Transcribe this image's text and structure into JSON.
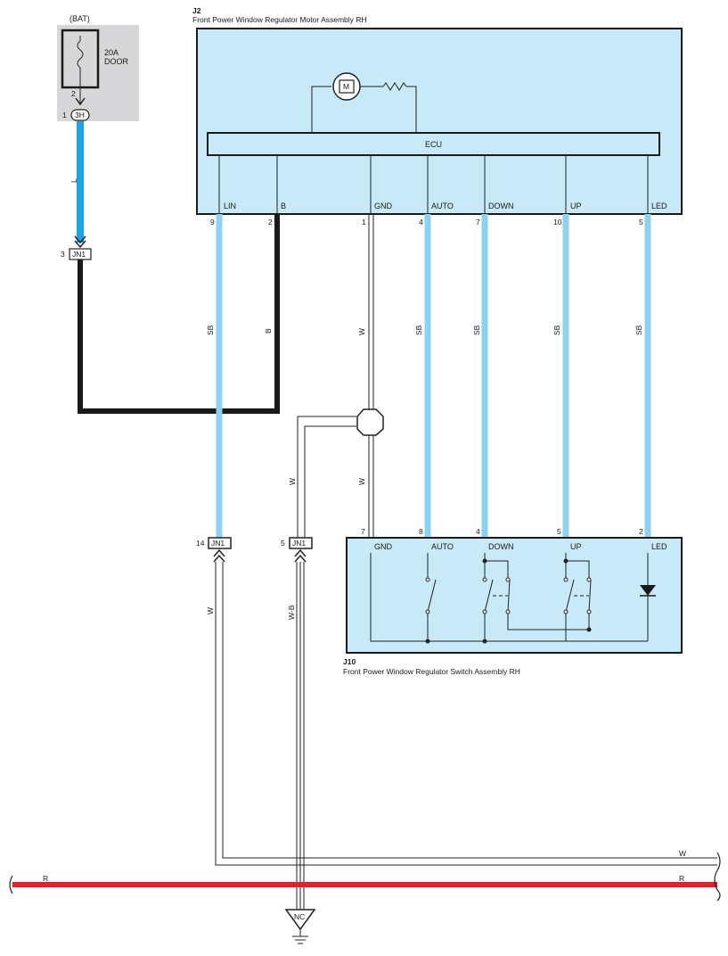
{
  "power": {
    "source": "(BAT)",
    "fuse_rating": "20A",
    "fuse_name": "DOOR",
    "fuse_pin_top": "2",
    "connector_pin": "1",
    "connector_code": "3H"
  },
  "j2": {
    "code": "J2",
    "name": "Front Power Window Regulator Motor Assembly RH",
    "motor_label": "M",
    "ecu_label": "ECU",
    "terminals": [
      {
        "label": "LIN",
        "pin": "9"
      },
      {
        "label": "B",
        "pin": "2"
      },
      {
        "label": "GND",
        "pin": "1"
      },
      {
        "label": "AUTO",
        "pin": "4"
      },
      {
        "label": "DOWN",
        "pin": "7"
      },
      {
        "label": "UP",
        "pin": "10"
      },
      {
        "label": "LED",
        "pin": "5"
      }
    ]
  },
  "j10": {
    "code": "J10",
    "name": "Front Power Window Regulator Switch Assembly RH",
    "terminals": [
      {
        "label": "GND",
        "pin": "7"
      },
      {
        "label": "AUTO",
        "pin": "8"
      },
      {
        "label": "DOWN",
        "pin": "4"
      },
      {
        "label": "UP",
        "pin": "5"
      },
      {
        "label": "LED",
        "pin": "2"
      }
    ]
  },
  "junctions": {
    "jn1_top": {
      "pin": "3",
      "code": "JN1"
    },
    "jn1_left": {
      "pin": "14",
      "code": "JN1"
    },
    "jn1_mid": {
      "pin": "5",
      "code": "JN1"
    }
  },
  "wire_colors": {
    "L": "L",
    "B": "B",
    "SB": "SB",
    "W": "W",
    "WB": "W-B",
    "R": "R"
  },
  "ground_label": "NC",
  "colors": {
    "component_fill": "#c7e9f8",
    "power_box": "#d7d7d9",
    "wire_L": "#1aa3e6",
    "wire_SB": "#8fd1ef",
    "wire_B": "#1a1a1a",
    "wire_R": "#e3212b",
    "stroke": "#222222"
  }
}
